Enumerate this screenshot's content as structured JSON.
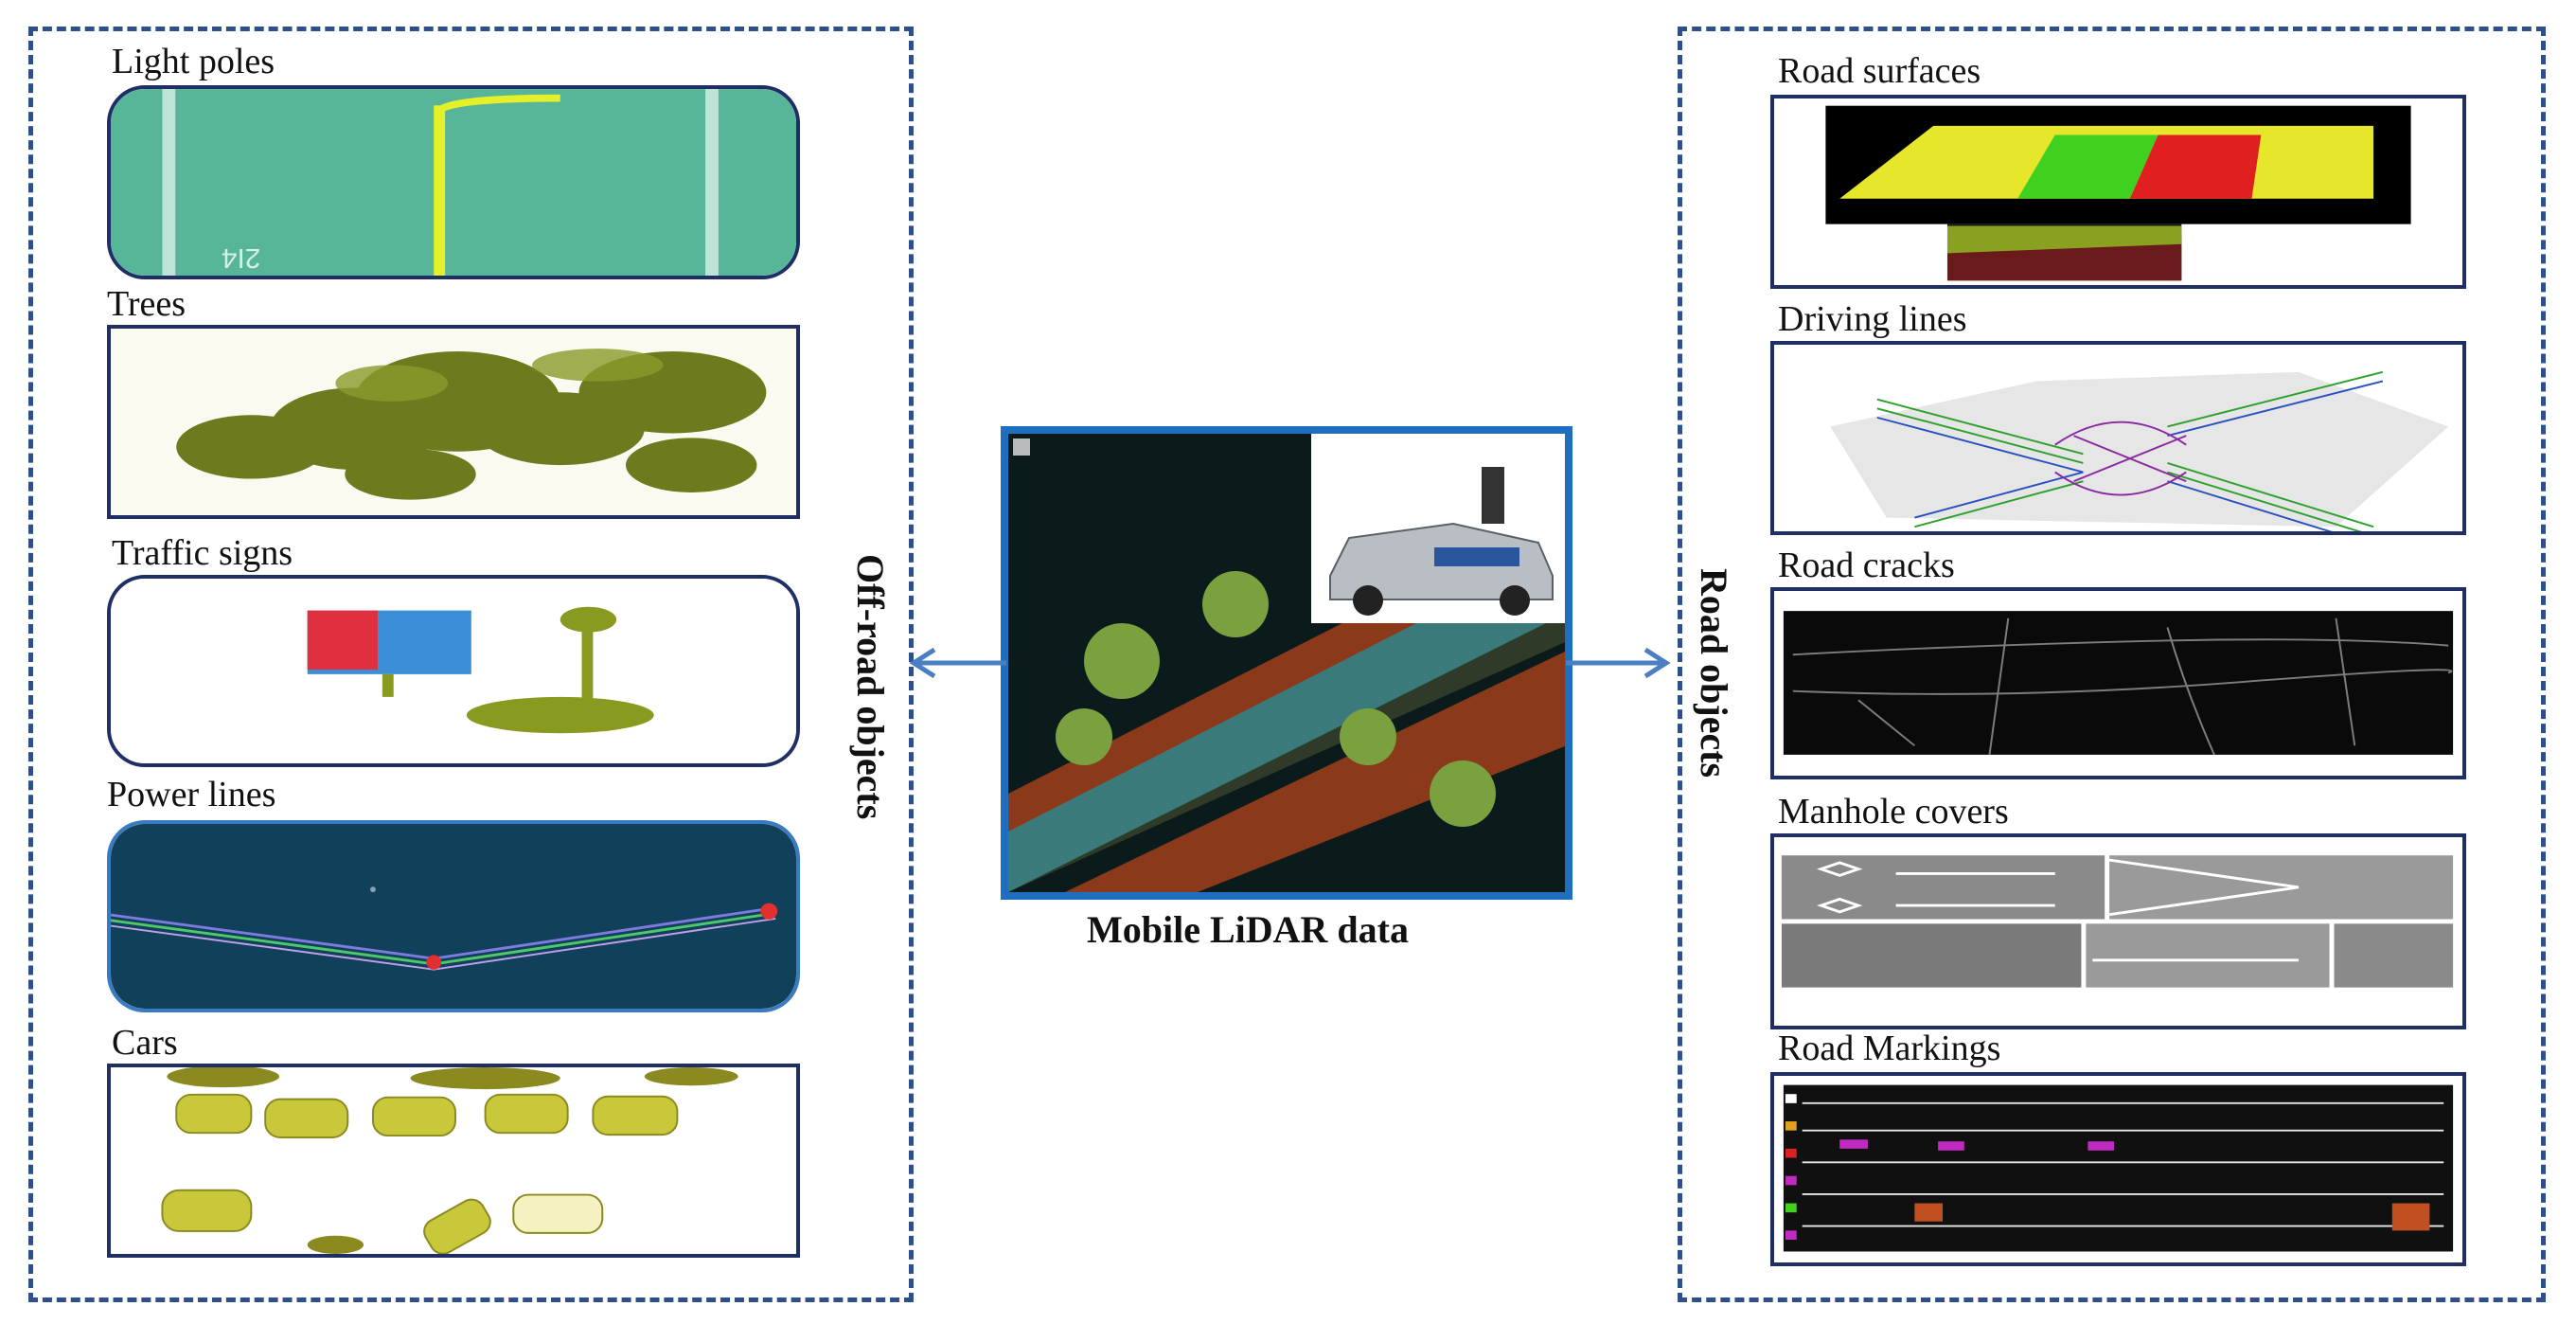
{
  "left_group": {
    "title": "Off-road objects",
    "panels": [
      {
        "label": "Light poles"
      },
      {
        "label": "Trees"
      },
      {
        "label": "Traffic signs"
      },
      {
        "label": "Power lines"
      },
      {
        "label": "Cars"
      }
    ]
  },
  "center": {
    "caption": "Mobile LiDAR data"
  },
  "right_group": {
    "title": "Road objects",
    "panels": [
      {
        "label": "Road surfaces"
      },
      {
        "label": "Driving lines"
      },
      {
        "label": "Road cracks"
      },
      {
        "label": "Manhole covers"
      },
      {
        "label": "Road Markings"
      }
    ]
  },
  "colors": {
    "dashed_border": "#2f4f8a",
    "frame_border": "#1f2f66",
    "center_border": "#1f6fc0",
    "arrow": "#4a7fc4"
  }
}
